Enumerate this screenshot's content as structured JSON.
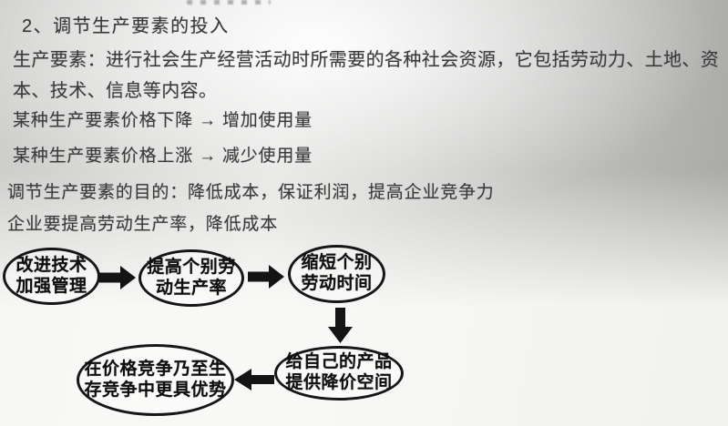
{
  "notes": {
    "heading": "2、调节生产要素的投入",
    "definition": "生产要素：进行社会生产经营活动时所需要的各种社会资源，它包括劳动力、土地、资本、技术、信息等内容。",
    "price_down": "某种生产要素价格下降 → 增加使用量",
    "price_up": "某种生产要素价格上涨 → 减少使用量",
    "purpose": "调节生产要素的目的：降低成本，保证利润，提高企业竞争力",
    "productivity": "企业要提高劳动生产率，降低成本"
  },
  "flowchart": {
    "nodes": [
      {
        "id": "improve-tech-management",
        "line1": "改进技术",
        "line2": "加强管理"
      },
      {
        "id": "raise-individual-productivity",
        "line1": "提高个别劳",
        "line2": "动生产率"
      },
      {
        "id": "shorten-individual-labor-time",
        "line1": "缩短个别",
        "line2": "劳动时间"
      },
      {
        "id": "price-cut-room",
        "line1": "给自己的产品",
        "line2": "提供降价空间"
      },
      {
        "id": "competition-advantage",
        "line1": "在价格竞争乃至生",
        "line2": "存竞争中更具优势"
      }
    ],
    "edges": [
      {
        "from": "improve-tech-management",
        "to": "raise-individual-productivity",
        "direction": "right"
      },
      {
        "from": "raise-individual-productivity",
        "to": "shorten-individual-labor-time",
        "direction": "right"
      },
      {
        "from": "shorten-individual-labor-time",
        "to": "price-cut-room",
        "direction": "down"
      },
      {
        "from": "price-cut-room",
        "to": "competition-advantage",
        "direction": "left"
      }
    ]
  },
  "colors": {
    "ink": "#3a3a3a",
    "diagram_ink": "#141414",
    "paper_light": "#f4f4f2",
    "paper_shadow": "#a5a5a3"
  }
}
